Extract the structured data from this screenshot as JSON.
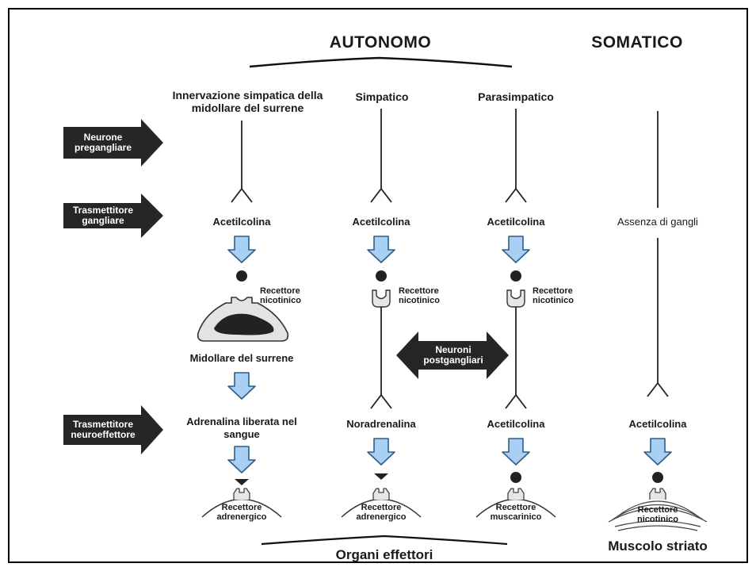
{
  "headers": {
    "autonomo": "AUTONOMO",
    "somatico": "SOMATICO"
  },
  "columns": [
    {
      "title": "Innervazione simpatica della midollare del surrene",
      "ganglion_transmitter": "Acetilcolina",
      "ganglion_receptor": "Recettore nicotinico",
      "gland": "Midollare del surrene",
      "effector_transmitter": "Adrenalina liberata nel sangue",
      "effector_receptor": "Recettore adrenergico"
    },
    {
      "title": "Simpatico",
      "ganglion_transmitter": "Acetilcolina",
      "ganglion_receptor": "Recettore nicotinico",
      "effector_transmitter": "Noradrenalina",
      "effector_receptor": "Recettore adrenergico"
    },
    {
      "title": "Parasimpatico",
      "ganglion_transmitter": "Acetilcolina",
      "ganglion_receptor": "Recettore nicotinico",
      "effector_transmitter": "Acetilcolina",
      "effector_receptor": "Recettore muscarinico"
    },
    {
      "ganglion_text": "Assenza di gangli",
      "effector_transmitter": "Acetilcolina",
      "effector_receptor": "Recettore nicotinico"
    }
  ],
  "side_arrows": {
    "preganglionic": "Neurone pregangliare",
    "ganglionic_transmitter": "Trasmettitore gangliare",
    "neuroeffector_transmitter": "Trasmettitore neuroeffettore"
  },
  "postganglionic_arrow": "Neuroni postgangliari",
  "footer": {
    "effector_organs": "Organi effettori",
    "striated_muscle": "Muscolo striato"
  },
  "colors": {
    "blue_arrow_fill": "#a9cff2",
    "blue_arrow_stroke": "#2b5f8a",
    "dark_arrow": "#262626",
    "gland_fill": "#e3e3e3",
    "gland_core": "#222222"
  }
}
